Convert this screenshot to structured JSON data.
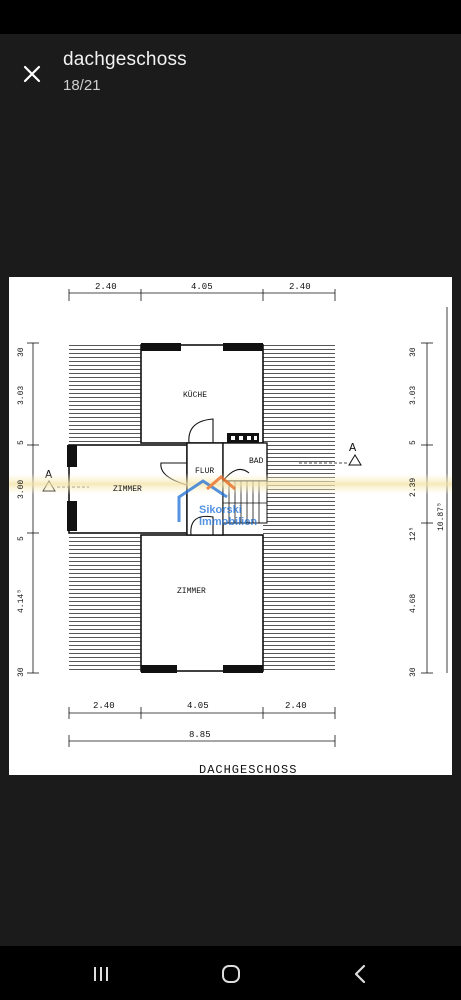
{
  "header": {
    "title": "dachgeschoss",
    "counter": "18/21"
  },
  "plan": {
    "top_dims": [
      "2.40",
      "4.05",
      "2.40"
    ],
    "bottom_dims": [
      "2.40",
      "4.05",
      "2.40"
    ],
    "total_width": "8.85",
    "left_dims": [
      "30",
      "3.03",
      "5",
      "3.00",
      "5",
      "4.14⁵",
      "30"
    ],
    "right_dims": [
      "30",
      "3.03",
      "5",
      "2.39",
      "12⁵",
      "4.68",
      "30"
    ],
    "total_height": "10.87⁵",
    "rooms": {
      "kueche": "KÜCHE",
      "flur": "FLUR",
      "bad": "BAD",
      "zimmer_left": "ZIMMER",
      "zimmer_bottom": "ZIMMER"
    },
    "section_marker": "A",
    "caption": "DACHGESCHOSS",
    "watermark_line1": "Sikorski",
    "watermark_line2": "Immobilien",
    "watermark_color": "#1d6fd8"
  },
  "nav": {
    "recents": "recents-icon",
    "home": "home-icon",
    "back": "back-icon"
  }
}
